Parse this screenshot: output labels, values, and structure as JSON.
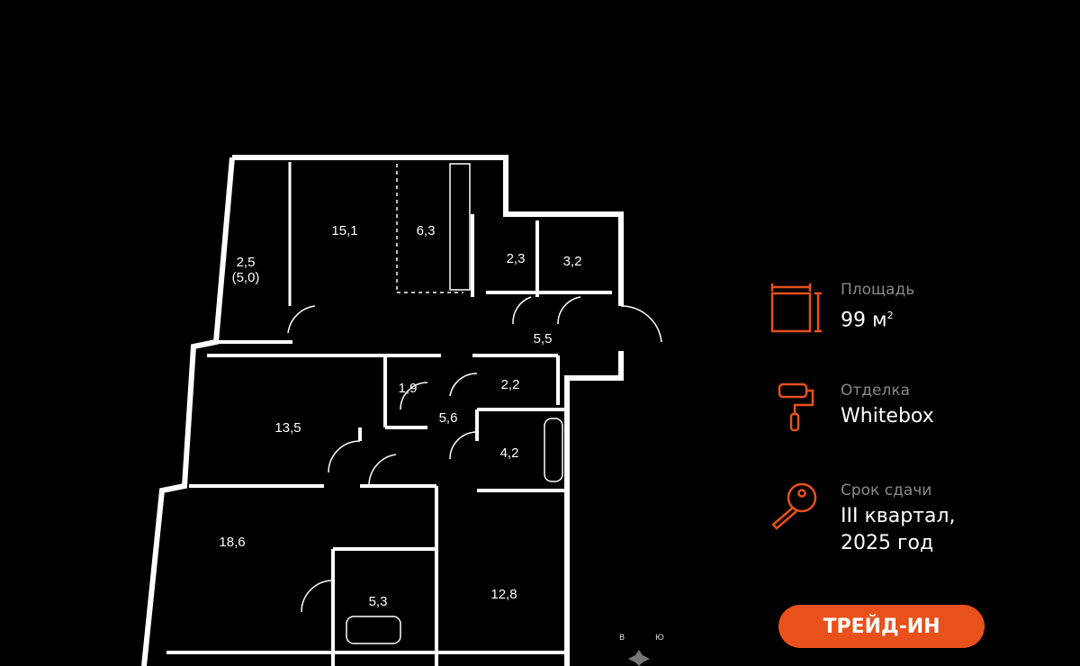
{
  "plan": {
    "rooms": [
      {
        "area": "2,5",
        "sub": "(5,0)"
      },
      {
        "area": "15,1"
      },
      {
        "area": "6,3"
      },
      {
        "area": "2,3"
      },
      {
        "area": "3,2"
      },
      {
        "area": "5,5"
      },
      {
        "area": "1,9"
      },
      {
        "area": "2,2"
      },
      {
        "area": "5,6"
      },
      {
        "area": "13,5"
      },
      {
        "area": "4,2"
      },
      {
        "area": "18,6"
      },
      {
        "area": "5,3"
      },
      {
        "area": "12,8"
      }
    ],
    "compass": {
      "west": "В",
      "east": "Ю"
    }
  },
  "info": {
    "area": {
      "label": "Площадь",
      "value": "99 м",
      "unit_sup": "2"
    },
    "finish": {
      "label": "Отделка",
      "value": "Whitebox"
    },
    "deadline": {
      "label": "Срок сдачи",
      "value_line1": "III квартал,",
      "value_line2": "2025 год"
    }
  },
  "trade_in_button": "ТРЕЙД-ИН",
  "colors": {
    "accent": "#e8511b",
    "label": "#8a8a8a"
  }
}
